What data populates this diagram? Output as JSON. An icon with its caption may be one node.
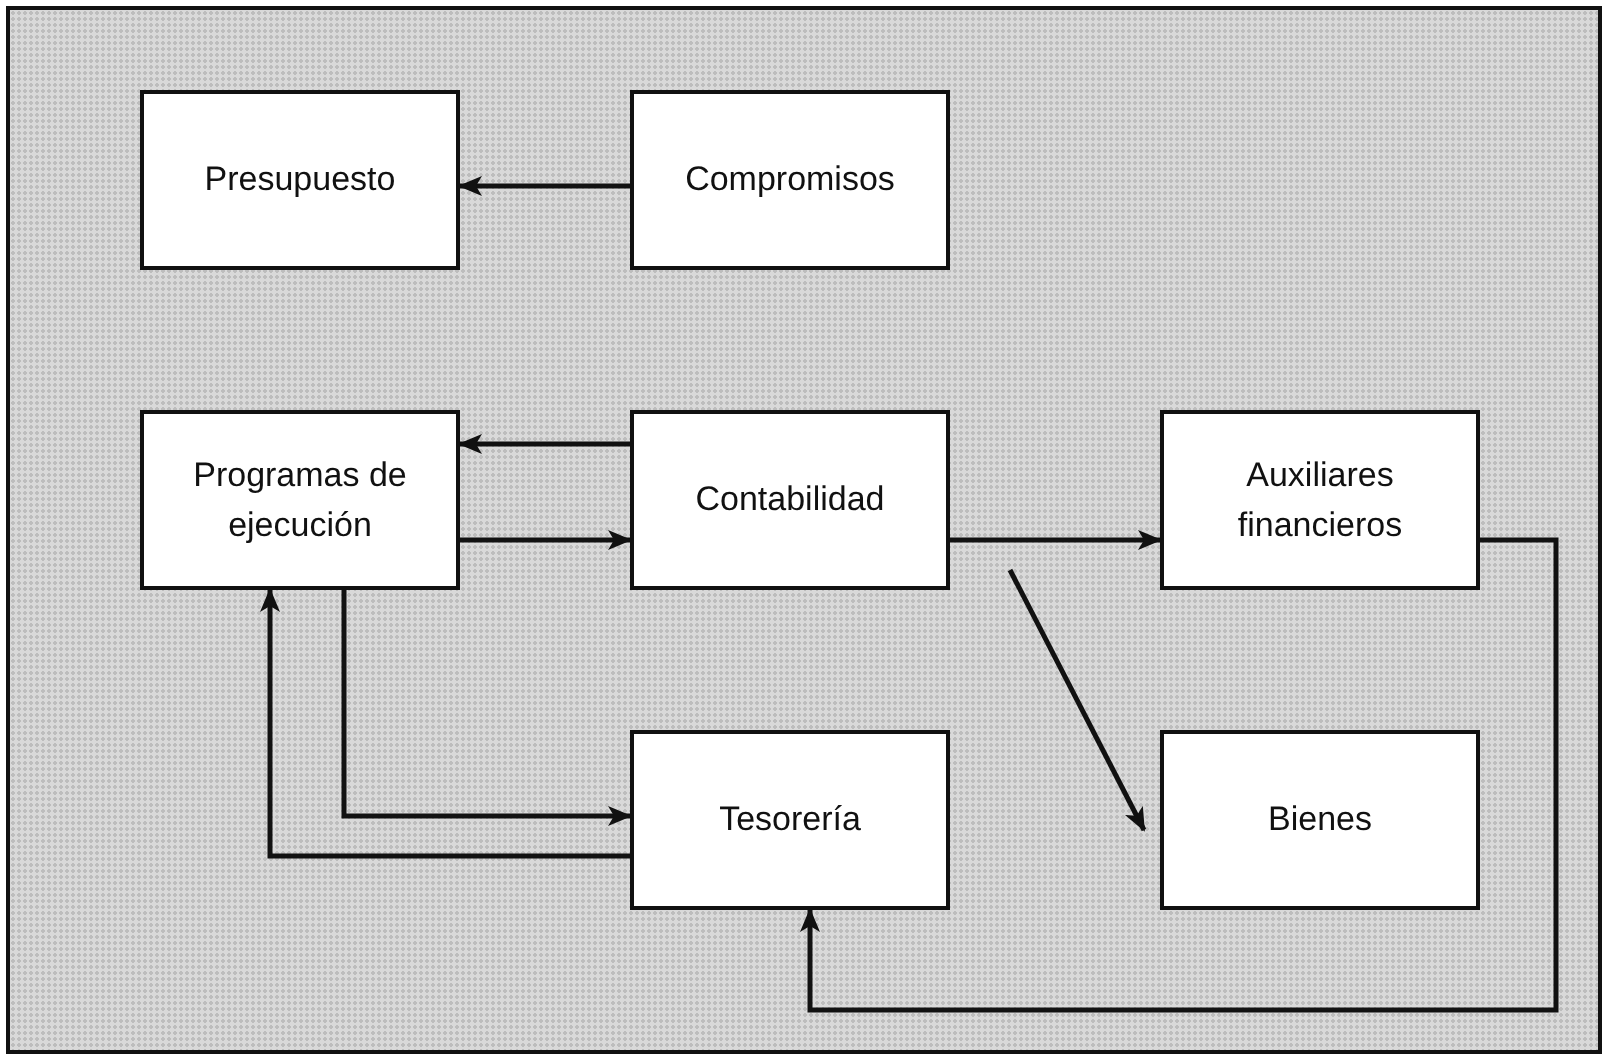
{
  "diagram": {
    "nodes": [
      {
        "text": [
          "Presupuesto"
        ]
      },
      {
        "text": [
          "Compromisos"
        ]
      },
      {
        "text": [
          "Programas de ejecución"
        ]
      },
      {
        "text": [
          "Contabilidad"
        ]
      },
      {
        "text": [
          "Auxiliares financieros"
        ]
      },
      {
        "text": [
          "Tesorería"
        ]
      },
      {
        "text": [
          "Bienes"
        ]
      }
    ],
    "edges": [
      {
        "from": 1,
        "to": 0,
        "arrow": "to"
      },
      {
        "from": 3,
        "to": 2,
        "arrow": "to"
      },
      {
        "from": 2,
        "to": 3,
        "arrow": "to"
      },
      {
        "from": 3,
        "to": 4,
        "arrow": "to"
      },
      {
        "from": 3,
        "to": 6,
        "arrow": "to"
      },
      {
        "from": 2,
        "to": 5,
        "arrow": "to"
      },
      {
        "from": 5,
        "to": 2,
        "arrow": "to"
      },
      {
        "from": 4,
        "to": 5,
        "arrow": "to"
      }
    ]
  }
}
